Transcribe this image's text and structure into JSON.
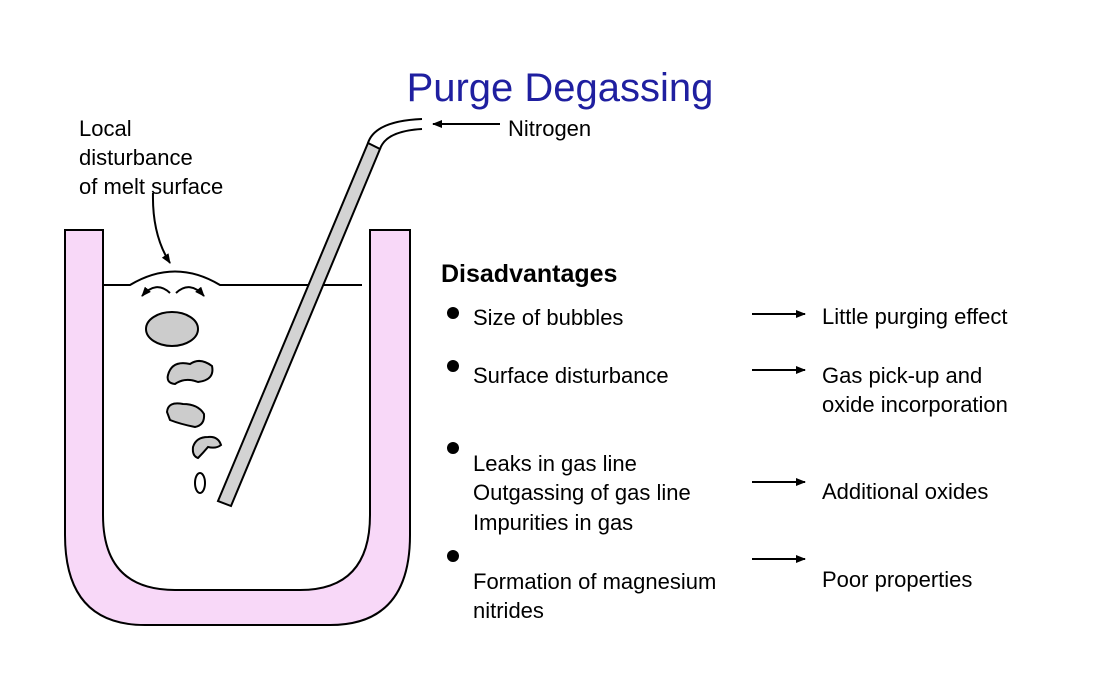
{
  "title": "Purge Degassing",
  "labels": {
    "local_disturbance": [
      "Local",
      "disturbance",
      "of melt surface"
    ],
    "gas_inlet": "Nitrogen"
  },
  "disadvantages": {
    "heading": "Disadvantages",
    "items": [
      {
        "causes": [
          "Size of bubbles"
        ],
        "effects": [
          "Little purging effect"
        ]
      },
      {
        "causes": [
          "Surface disturbance"
        ],
        "effects": [
          "Gas pick-up and",
          "oxide incorporation"
        ]
      },
      {
        "causes": [
          "Leaks in gas line",
          "Outgassing of gas line",
          "Impurities in gas"
        ],
        "effects": [
          "Additional oxides"
        ]
      },
      {
        "causes": [
          "Formation of magnesium",
          "nitrides"
        ],
        "effects": [
          "Poor properties"
        ]
      }
    ]
  },
  "colors": {
    "title": "#1f1fa0",
    "crucible_fill": "#f8d8f8",
    "bubble_fill": "#cccccc",
    "lance_fill": "#d3d3d3"
  }
}
